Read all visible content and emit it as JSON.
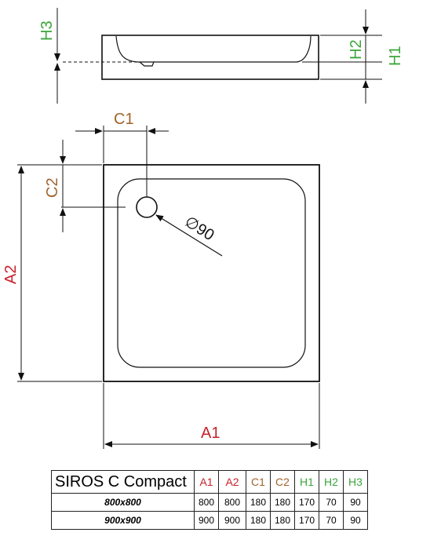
{
  "labels": {
    "h3": "H3",
    "h2": "H2",
    "h1": "H1",
    "c1": "C1",
    "c2": "C2",
    "a1": "A1",
    "a2": "A2",
    "drain": "∅90"
  },
  "colors": {
    "a": "#c8202a",
    "c": "#a0642a",
    "h": "#3aa53a",
    "line": "#111111"
  },
  "table": {
    "title": "SIROS C Compact",
    "headers": [
      "A1",
      "A2",
      "C1",
      "C2",
      "H1",
      "H2",
      "H3"
    ],
    "rows": [
      {
        "model": "800x800",
        "values": [
          "800",
          "800",
          "180",
          "180",
          "170",
          "70",
          "90"
        ]
      },
      {
        "model": "900x900",
        "values": [
          "900",
          "900",
          "180",
          "180",
          "170",
          "70",
          "90"
        ]
      }
    ]
  }
}
